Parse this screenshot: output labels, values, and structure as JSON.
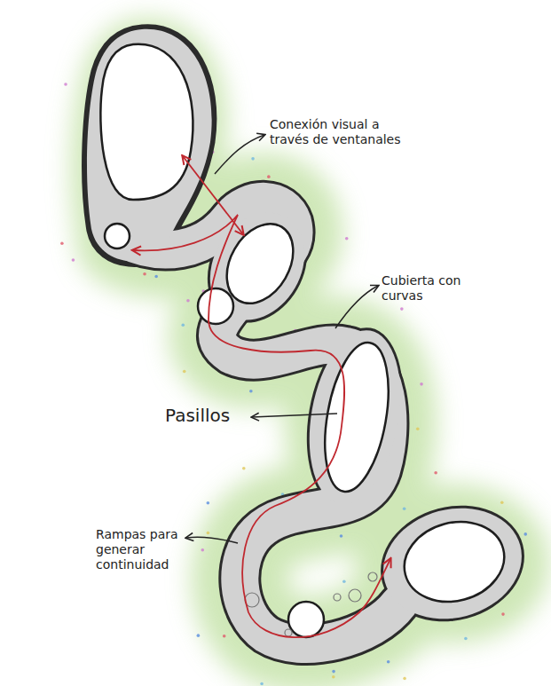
{
  "diagram": {
    "labels": [
      "Conexión visual a través de ventanales",
      "Cubierta con curvas",
      "Pasillos",
      "Rampas para generar continuidad"
    ]
  }
}
